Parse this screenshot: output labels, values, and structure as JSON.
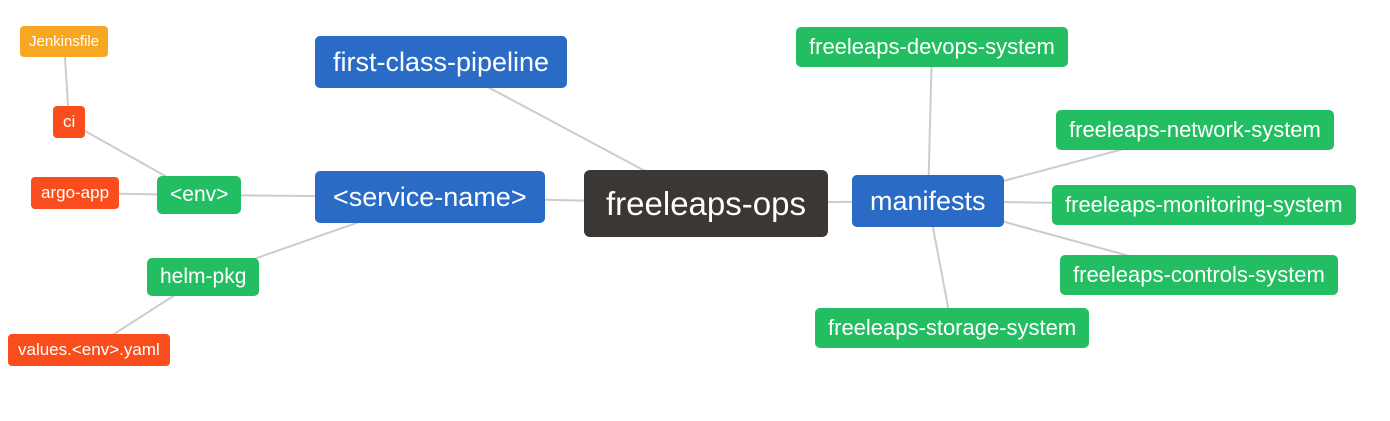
{
  "palette": {
    "blue": "#2A6BC6",
    "green": "#24BE62",
    "red": "#F94D1D",
    "orange": "#F8A722",
    "dark": "#3B3735",
    "edge": "#CCCCCC",
    "text": "#FFFFFF"
  },
  "nodes": {
    "freeleaps_ops": {
      "label": "freeleaps-ops",
      "color": "dark"
    },
    "first_class_pipeline": {
      "label": "first-class-pipeline",
      "color": "blue"
    },
    "service_name": {
      "label": "<service-name>",
      "color": "blue"
    },
    "manifests": {
      "label": "manifests",
      "color": "blue"
    },
    "env": {
      "label": "<env>",
      "color": "green"
    },
    "helm_pkg": {
      "label": "helm-pkg",
      "color": "green"
    },
    "ci": {
      "label": "ci",
      "color": "red"
    },
    "argo_app": {
      "label": "argo-app",
      "color": "red"
    },
    "jenkinsfile": {
      "label": "Jenkinsfile",
      "color": "orange"
    },
    "values_yaml": {
      "label": "values.<env>.yaml",
      "color": "red"
    },
    "devops_system": {
      "label": "freeleaps-devops-system",
      "color": "green"
    },
    "network_system": {
      "label": "freeleaps-network-system",
      "color": "green"
    },
    "monitoring_system": {
      "label": "freeleaps-monitoring-system",
      "color": "green"
    },
    "controls_system": {
      "label": "freeleaps-controls-system",
      "color": "green"
    },
    "storage_system": {
      "label": "freeleaps-storage-system",
      "color": "green"
    }
  },
  "edges": [
    [
      "jenkinsfile",
      "ci"
    ],
    [
      "ci",
      "env"
    ],
    [
      "argo_app",
      "env"
    ],
    [
      "env",
      "service_name"
    ],
    [
      "helm_pkg",
      "service_name"
    ],
    [
      "helm_pkg",
      "values_yaml"
    ],
    [
      "first_class_pipeline",
      "freeleaps_ops"
    ],
    [
      "service_name",
      "freeleaps_ops"
    ],
    [
      "freeleaps_ops",
      "manifests"
    ],
    [
      "manifests",
      "devops_system"
    ],
    [
      "manifests",
      "network_system"
    ],
    [
      "manifests",
      "monitoring_system"
    ],
    [
      "manifests",
      "controls_system"
    ],
    [
      "manifests",
      "storage_system"
    ]
  ]
}
